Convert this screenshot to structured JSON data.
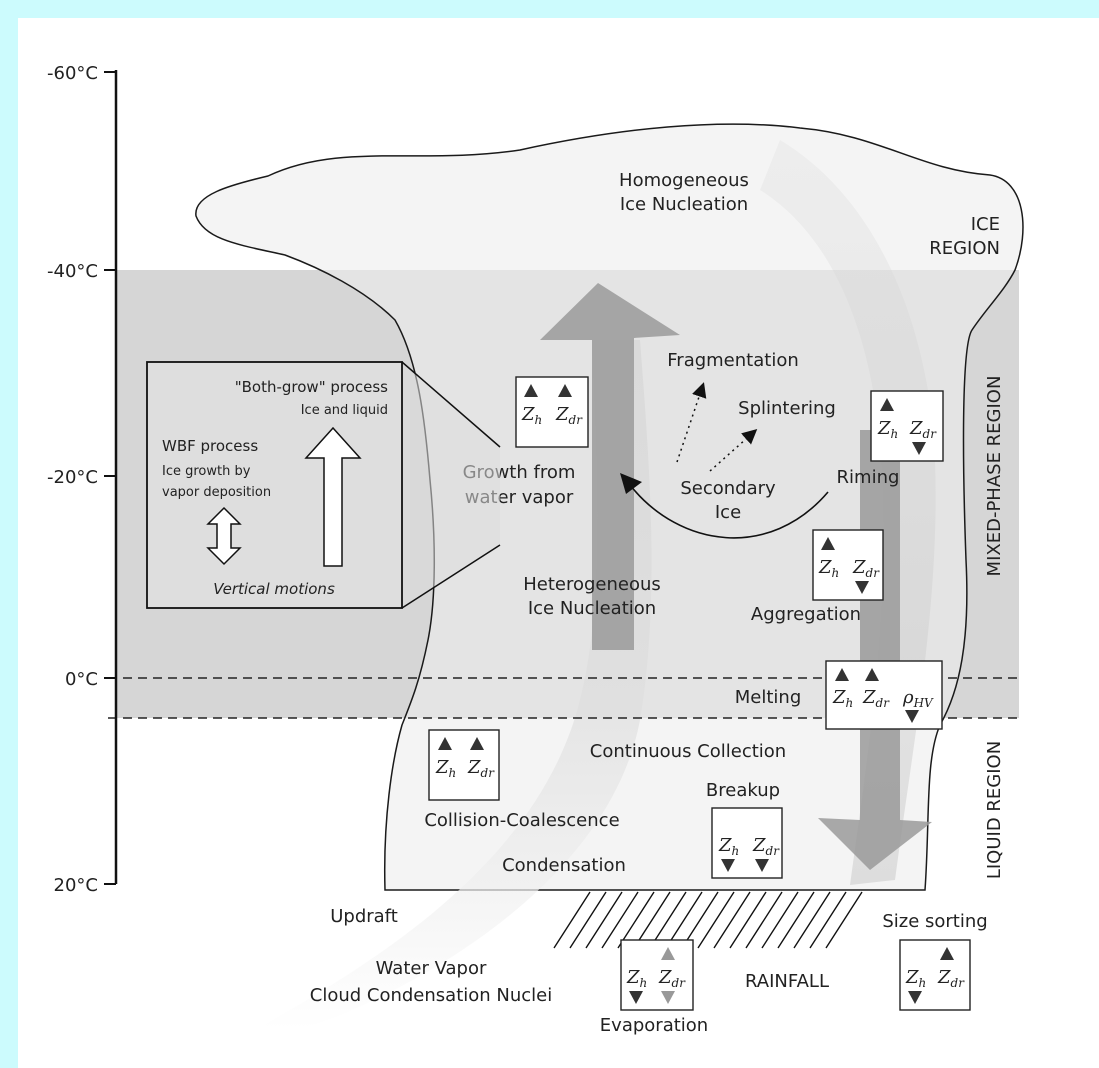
{
  "temperature_axis": [
    "-60°C",
    "-40°C",
    "-20°C",
    "0°C",
    "20°C"
  ],
  "regions": {
    "ice": [
      "ICE",
      "REGION"
    ],
    "mixed_phase": "MIXED-PHASE REGION",
    "liquid": "LIQUID REGION"
  },
  "processes": {
    "homogeneous": [
      "Homogeneous",
      "Ice Nucleation"
    ],
    "fragmentation": "Fragmentation",
    "splintering": "Splintering",
    "secondary_ice": [
      "Secondary",
      "Ice"
    ],
    "riming": "Riming",
    "growth_vapor": [
      "Growth from",
      "water vapor"
    ],
    "heterogeneous": [
      "Heterogeneous",
      "Ice Nucleation"
    ],
    "aggregation": "Aggregation",
    "melting": "Melting",
    "continuous_collection": "Continuous Collection",
    "breakup": "Breakup",
    "collision_coalescence": "Collision-Coalescence",
    "condensation": "Condensation",
    "updraft": "Updraft",
    "water_vapor": [
      "Water Vapor",
      "Cloud Condensation Nuclei"
    ],
    "rainfall": "RAINFALL",
    "evaporation": "Evaporation",
    "size_sorting": "Size sorting"
  },
  "inset": {
    "both_grow": "\"Both-grow\" process",
    "ice_liquid": "Ice and liquid",
    "wbf": "WBF process",
    "ice_growth": [
      "Ice growth by",
      "vapor deposition"
    ],
    "vertical": "Vertical motions"
  },
  "variables": {
    "zh": "Z",
    "zh_sub": "h",
    "zdr": "Z",
    "zdr_sub": "dr",
    "rho": "ρ",
    "rho_sub": "HV"
  },
  "colors": {
    "background": "#ccfbfd",
    "mixed_band": "#d6d6d6",
    "cloud": "#efefef",
    "arrow": "#9c9c9c",
    "indicator": "#333333"
  }
}
